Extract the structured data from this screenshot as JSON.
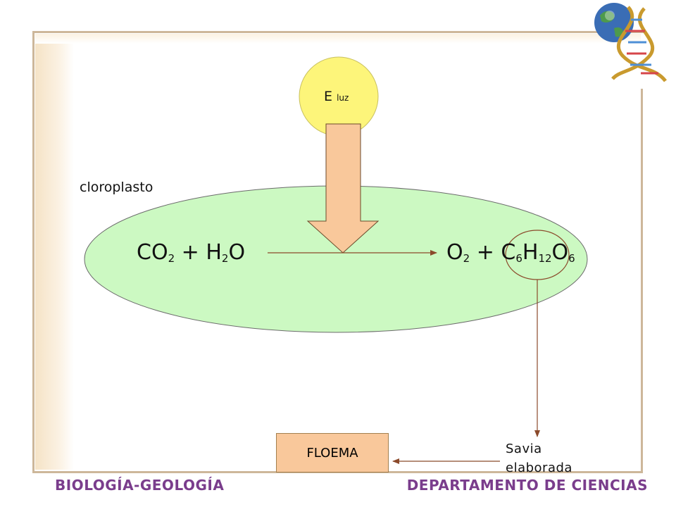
{
  "diagram": {
    "energy_label": "E",
    "energy_sub": "luz",
    "chloroplast_label": "cloroplasto",
    "reactants": {
      "co": "CO",
      "co_sub": "2",
      "plus": " + ",
      "h": "H",
      "h_sub": "2",
      "o": "O"
    },
    "products": {
      "o": "O",
      "o_sub": "2",
      "plus": " + ",
      "c": "C",
      "c_sub": "6",
      "h": "H",
      "h_sub": "12",
      "o2": "O",
      "o2_sub": "6"
    },
    "floema_label": "FLOEMA",
    "savia_line1": "Savia",
    "savia_line2": "elaborada"
  },
  "footer": {
    "left": "BIOLOGÍA-GEOLOGÍA",
    "right": "DEPARTAMENTO DE CIENCIAS"
  },
  "colors": {
    "chloroplast_fill": "#ccf9c2",
    "sun_fill": "#fdf57a",
    "arrow_fill": "#f9c89b",
    "line": "#8b4a2b",
    "footer_text": "#7a3d8c"
  },
  "icons": {
    "logo": "globe-dna-icon"
  }
}
